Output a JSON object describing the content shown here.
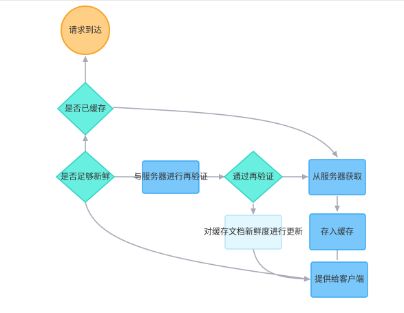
{
  "nodes": {
    "request_arrives": "请求到达",
    "is_cached": "是否已缓存",
    "is_fresh": "是否足够新鲜",
    "revalidate": "与服务器进行再验证",
    "pass_revalidation": "通过再验证",
    "fetch_from_server": "从服务器获取",
    "update_freshness": "对缓存文档新鲜度进行更新",
    "store_cache": "存入缓存",
    "serve_client": "提供给客户端"
  },
  "colors": {
    "start_fill": "#ffcf86",
    "start_stroke": "#f7a52b",
    "decision_fill": "#69efe0",
    "decision_stroke": "#2ad3c3",
    "process_fill": "#7ac8fb",
    "process_stroke": "#37a8f2",
    "light_fill": "#e3f7fe",
    "light_stroke": "#a9dff2",
    "edge": "#a6abb6"
  }
}
